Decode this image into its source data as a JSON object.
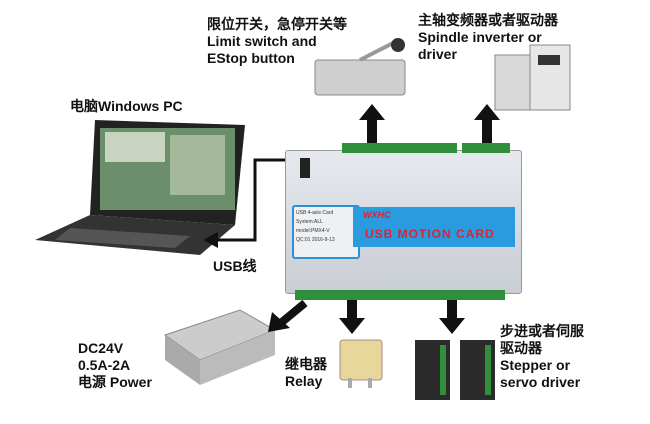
{
  "limit": {
    "cn": "限位开关，急停开关等",
    "en1": "Limit switch and",
    "en2": "EStop button"
  },
  "spindle": {
    "cn": "主轴变频器或者驱动器",
    "en1": "Spindle inverter or",
    "en2": "driver"
  },
  "pc": {
    "label": "电脑Windows PC"
  },
  "usb": {
    "label": "USB线"
  },
  "power": {
    "l1": "DC24V",
    "l2": "0.5A-2A",
    "l3": "电源 Power"
  },
  "relay": {
    "cn": "继电器",
    "en": "Relay"
  },
  "driver": {
    "cn1": "步进或者伺服",
    "cn2": "驱动器",
    "en1": "Stepper or",
    "en2": "servo driver"
  },
  "card": {
    "logo": "WXHC",
    "title": "USB MOTION CARD",
    "info": [
      "USB 4-axis Card",
      "System:ALL",
      "model:PMX4-V"
    ],
    "qc": "QC:01",
    "date": "2016-9-13"
  }
}
